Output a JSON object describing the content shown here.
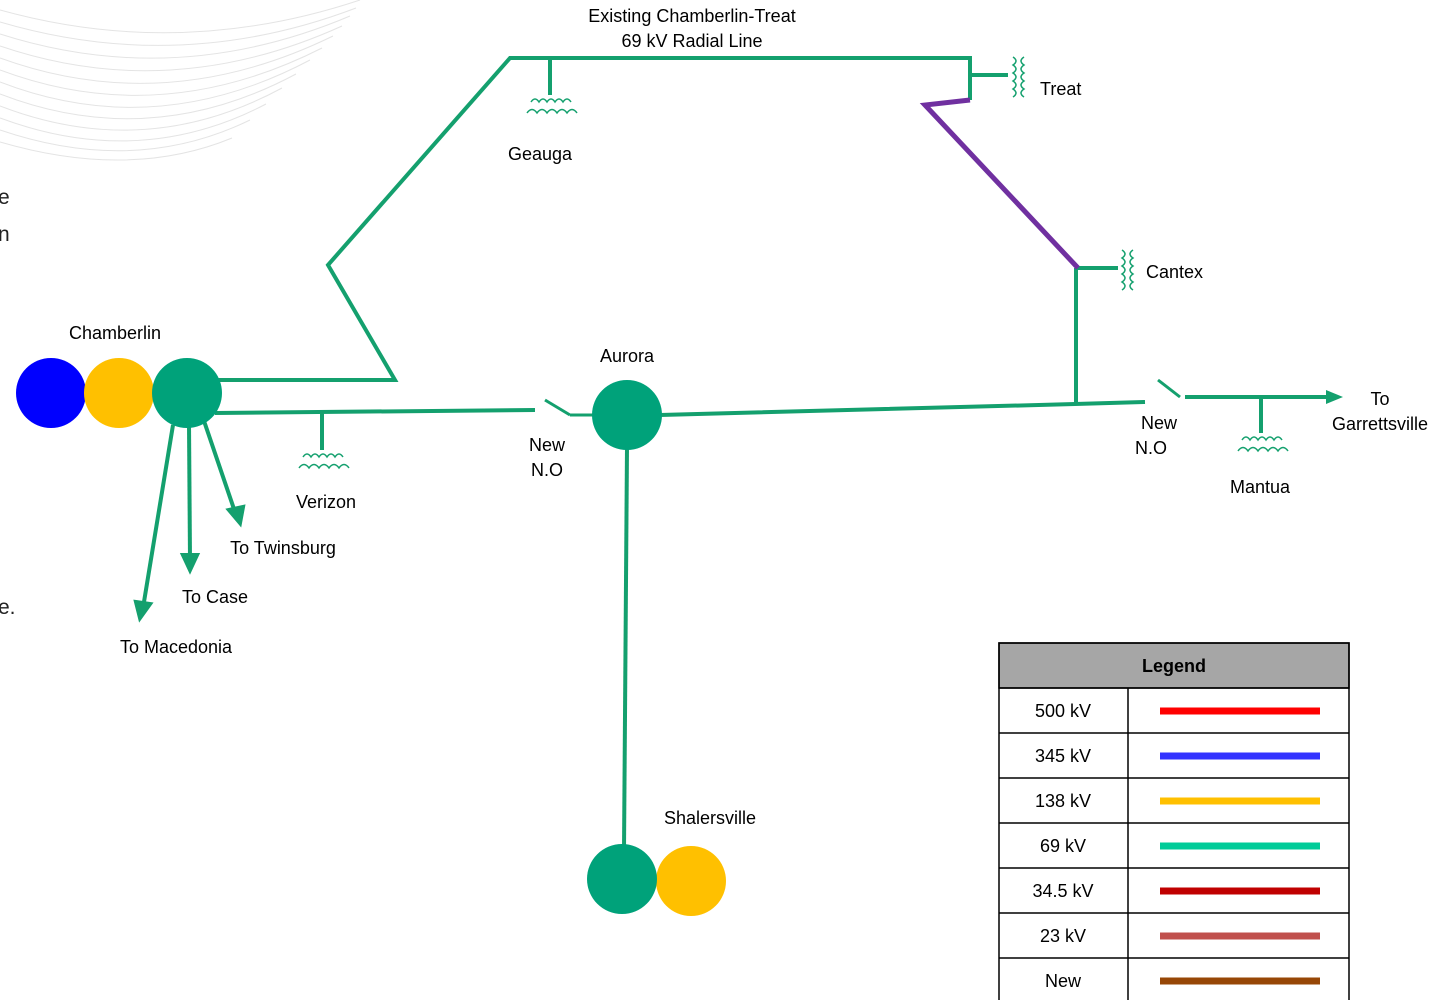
{
  "clipped_text": [
    "e",
    "n",
    "e."
  ],
  "colors": {
    "line_69kv": "#14a06e",
    "purple_line": "#7030a0",
    "blue_bus": "#0000ff",
    "yellow_bus": "#ffc000",
    "green_bus": "#00a27a"
  },
  "labels": {
    "radial_line_1": "Existing Chamberlin-Treat",
    "radial_line_2": "69 kV Radial Line",
    "treat": "Treat",
    "geauga": "Geauga",
    "cantex": "Cantex",
    "chamberlin": "Chamberlin",
    "aurora": "Aurora",
    "verizon": "Verizon",
    "new_no_left_1": "New",
    "new_no_left_2": "N.O",
    "new_no_right_1": "New",
    "new_no_right_2": "N.O",
    "to_garrettsville_1": "To",
    "to_garrettsville_2": "Garrettsville",
    "mantua": "Mantua",
    "to_twinsburg": "To Twinsburg",
    "to_case": "To Case",
    "to_macedonia": "To Macedonia",
    "shalersville": "Shalersville"
  },
  "legend": {
    "title": "Legend",
    "rows": [
      {
        "label": "500 kV",
        "color": "#ff0000"
      },
      {
        "label": "345 kV",
        "color": "#3333ff"
      },
      {
        "label": "138 kV",
        "color": "#ffc000"
      },
      {
        "label": "69 kV",
        "color": "#00cc99"
      },
      {
        "label": "34.5 kV",
        "color": "#c00000"
      },
      {
        "label": "23 kV",
        "color": "#c0504d"
      },
      {
        "label": "New",
        "color": "#974706"
      }
    ]
  }
}
